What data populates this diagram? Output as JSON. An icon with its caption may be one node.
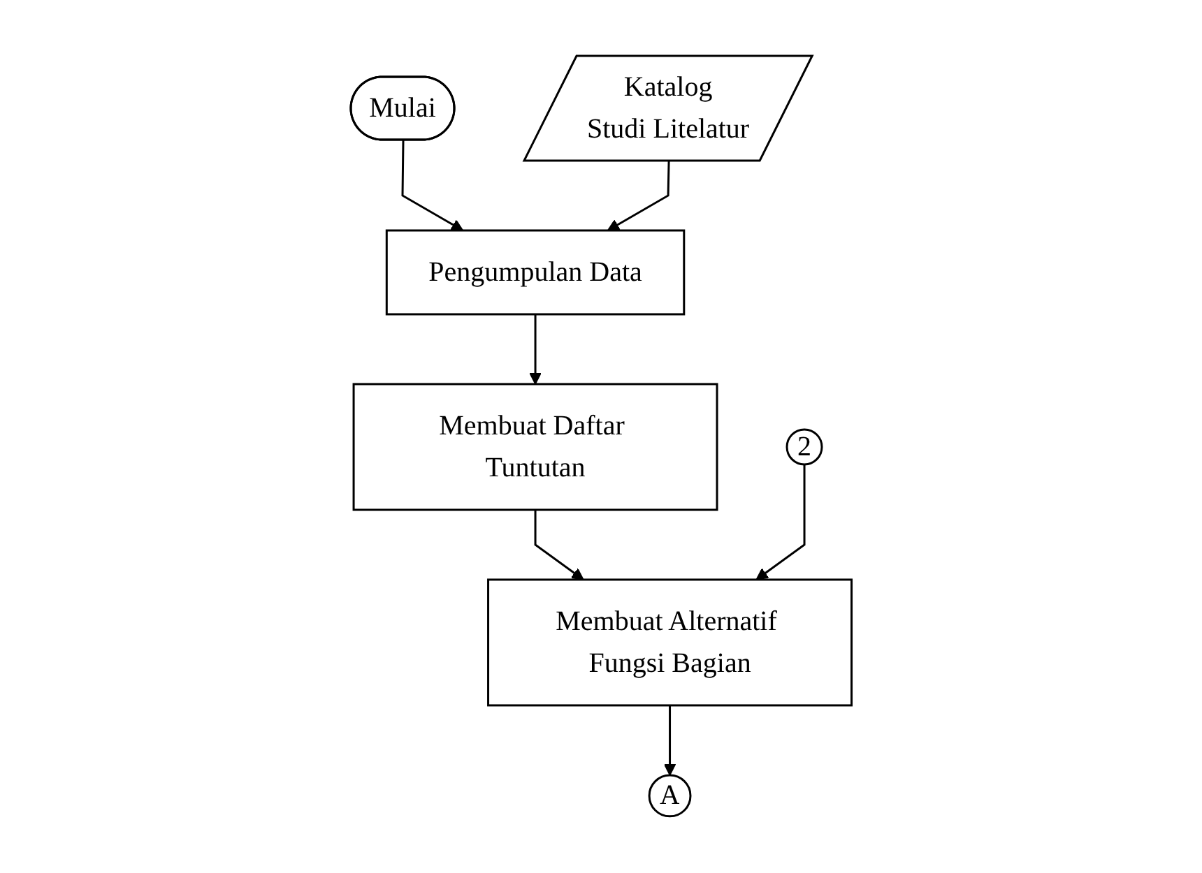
{
  "diagram": {
    "nodes": [
      {
        "text": [
          "Mulai"
        ]
      },
      {
        "text": [
          "Pengumpulan Data"
        ]
      },
      {
        "text": [
          "Katalog",
          "Studi Litelatur"
        ]
      },
      {
        "text": [
          "Membuat Daftar Tuntutan"
        ]
      },
      {
        "text": [
          "Membuat Alternatif Fungsi Bagian"
        ]
      },
      {
        "text": [
          "2"
        ]
      },
      {
        "text": [
          "A"
        ]
      }
    ],
    "edges": [
      {
        "from": 0,
        "to": 1,
        "arrow": "to"
      },
      {
        "from": 2,
        "to": 1,
        "arrow": "to"
      },
      {
        "from": 1,
        "to": 3,
        "arrow": "to"
      },
      {
        "from": 3,
        "to": 4,
        "arrow": "to"
      },
      {
        "from": 5,
        "to": 4,
        "arrow": "to"
      },
      {
        "from": 4,
        "to": 6,
        "arrow": "to"
      }
    ]
  }
}
